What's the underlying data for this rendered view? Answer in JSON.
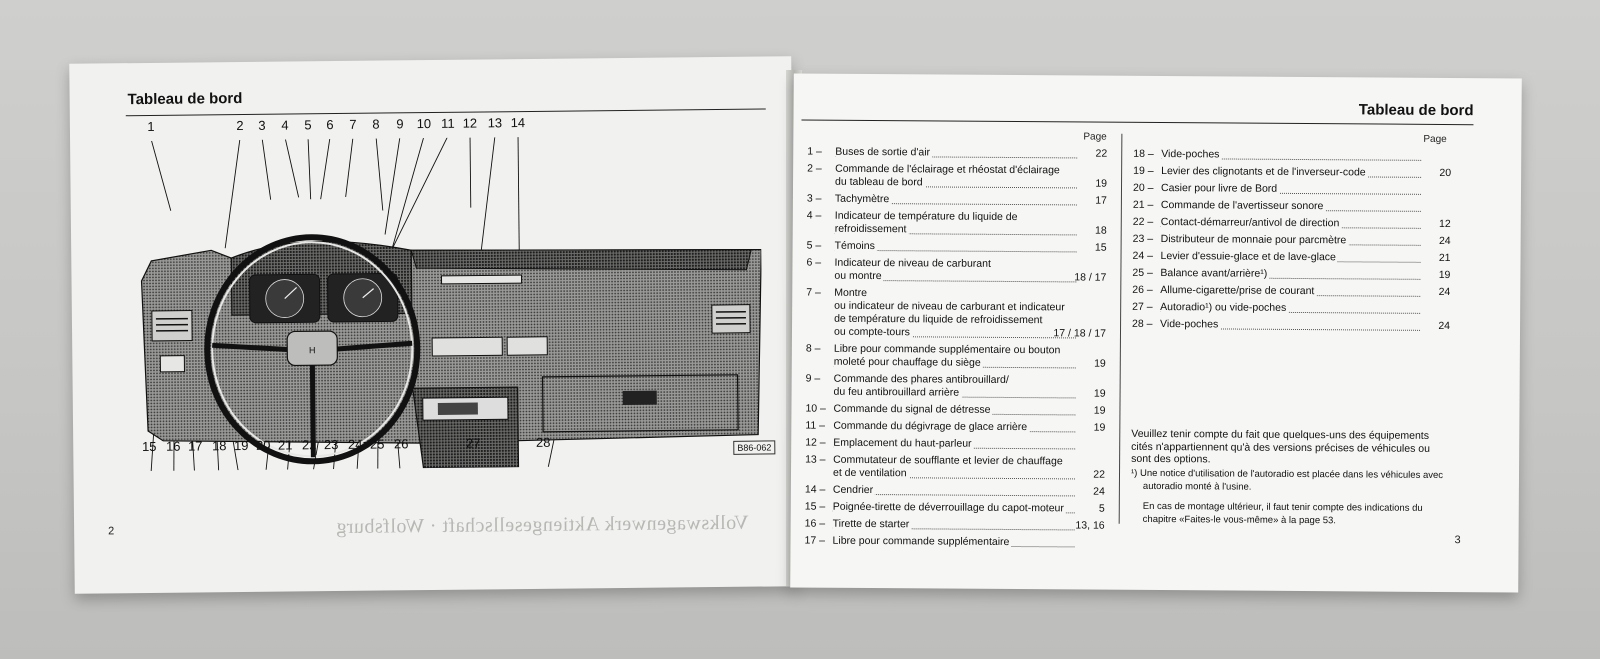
{
  "left_page": {
    "title": "Tableau de bord",
    "page_number": "2",
    "image_code": "B86-062",
    "ghost_text": "Volkswagenwerk Aktiengesellschaft · Wolfsburg",
    "callouts_top": [
      "1",
      "2",
      "3",
      "4",
      "5",
      "6",
      "7",
      "8",
      "9",
      "10",
      "11",
      "12",
      "13",
      "14"
    ],
    "callouts_bottom": [
      "15",
      "16",
      "17",
      "18",
      "19",
      "20",
      "21",
      "22",
      "23",
      "24",
      "25",
      "26",
      "27",
      "28"
    ]
  },
  "right_page": {
    "title": "Tableau de bord",
    "page_number": "3",
    "page_col_label": "Page",
    "left_column": [
      {
        "num": "1 –",
        "lines": [
          "Buses de sortie d'air"
        ],
        "page": "22"
      },
      {
        "num": "2 –",
        "lines": [
          "Commande de l'éclairage et rhéostat d'éclairage",
          "du tableau de bord"
        ],
        "page": "19"
      },
      {
        "num": "3 –",
        "lines": [
          "Tachymètre"
        ],
        "page": "17"
      },
      {
        "num": "4 –",
        "lines": [
          "Indicateur de température du liquide de",
          "refroidissement"
        ],
        "page": "18"
      },
      {
        "num": "5 –",
        "lines": [
          "Témoins"
        ],
        "page": "15"
      },
      {
        "num": "6 –",
        "lines": [
          "Indicateur de niveau de carburant",
          "ou montre"
        ],
        "page": "18 / 17"
      },
      {
        "num": "7 –",
        "lines": [
          "Montre",
          "ou indicateur de niveau de carburant et indicateur",
          "de température du liquide de refroidissement",
          "ou compte-tours"
        ],
        "page": "17 / 18 / 17"
      },
      {
        "num": "8 –",
        "lines": [
          "Libre pour commande supplémentaire ou bouton",
          "moleté pour chauffage du siège"
        ],
        "page": "19"
      },
      {
        "num": "9 –",
        "lines": [
          "Commande des phares antibrouillard/",
          "du feu antibrouillard arrière"
        ],
        "page": "19"
      },
      {
        "num": "10 –",
        "lines": [
          "Commande du signal de détresse"
        ],
        "page": "19"
      },
      {
        "num": "11 –",
        "lines": [
          "Commande du dégivrage de glace arrière"
        ],
        "page": "19"
      },
      {
        "num": "12 –",
        "lines": [
          "Emplacement du haut-parleur"
        ],
        "page": ""
      },
      {
        "num": "13 –",
        "lines": [
          "Commutateur de soufflante et levier de chauffage",
          "et de ventilation"
        ],
        "page": "22"
      },
      {
        "num": "14 –",
        "lines": [
          "Cendrier"
        ],
        "page": "24"
      },
      {
        "num": "15 –",
        "lines": [
          "Poignée-tirette de déverrouillage du capot-moteur"
        ],
        "page": "5"
      },
      {
        "num": "16 –",
        "lines": [
          "Tirette de starter"
        ],
        "page": "13, 16"
      },
      {
        "num": "17 –",
        "lines": [
          "Libre pour commande supplémentaire"
        ],
        "page": ""
      }
    ],
    "right_column": [
      {
        "num": "18 –",
        "lines": [
          "Vide-poches"
        ],
        "page": ""
      },
      {
        "num": "19 –",
        "lines": [
          "Levier des clignotants et de l'inverseur-code"
        ],
        "page": "20"
      },
      {
        "num": "20 –",
        "lines": [
          "Casier pour livre de Bord"
        ],
        "page": ""
      },
      {
        "num": "21 –",
        "lines": [
          "Commande de l'avertisseur sonore"
        ],
        "page": ""
      },
      {
        "num": "22 –",
        "lines": [
          "Contact-démarreur/antivol de direction"
        ],
        "page": "12"
      },
      {
        "num": "23 –",
        "lines": [
          "Distributeur de monnaie pour parcmètre"
        ],
        "page": "24"
      },
      {
        "num": "24 –",
        "lines": [
          "Levier d'essuie-glace et de lave-glace"
        ],
        "page": "21"
      },
      {
        "num": "25 –",
        "lines": [
          "Balance avant/arrière¹)"
        ],
        "page": "19"
      },
      {
        "num": "26 –",
        "lines": [
          "Allume-cigarette/prise de courant"
        ],
        "page": "24"
      },
      {
        "num": "27 –",
        "lines": [
          "Autoradio¹) ou vide-poches"
        ],
        "page": ""
      },
      {
        "num": "28 –",
        "lines": [
          "Vide-poches"
        ],
        "page": "24"
      }
    ],
    "note_main": "Veuillez tenir compte du fait que quelques-uns des équipements cités n'appartiennent qu'à des versions précises de véhicules ou sont des options.",
    "note_footnote": "¹) Une notice d'utilisation de l'autoradio est placée dans les véhicules avec autoradio monté à l'usine.",
    "note_later": "En cas de montage ultérieur, il faut tenir compte des indications du chapitre «Faites-le vous-même» à la page 53."
  }
}
